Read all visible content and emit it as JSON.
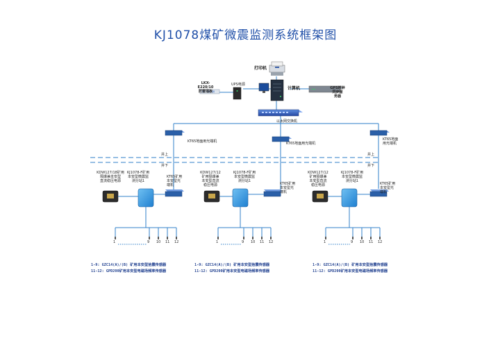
{
  "title": "KJ1078煤矿微震监测系统框架图",
  "top": {
    "printer": "打印机",
    "computer": "计算机",
    "ups": "UPS电源",
    "lkx": "LKX-\nE220/10\n防雷插板",
    "gps": "GPS时钟\n同步服\n务器",
    "switch": "以太网交换机"
  },
  "surface": {
    "left_converter": "KT65地面用光端机",
    "mid_converter": "KT65地面用光端机",
    "right_converter": "KT65地面\n用光端机"
  },
  "boundary": {
    "surface_left": "井上",
    "underground_left": "井下",
    "surface_right": "井上",
    "underground_right": "井下"
  },
  "groups": [
    {
      "power": "KDW127/18矿用\n隔爆兼本安型\n直流稳压电源",
      "substation": "KJ1078-F矿用\n本安型微震监\n测分站1",
      "optic": "KT65矿用\n本安型光\n端机",
      "numbers": [
        "1",
        "9",
        "10",
        "11",
        "12"
      ],
      "legend1": "1-9: GZC14(A)/(B) 矿用本安型拾震传感器",
      "legend2": "11-12: GPD200矿用本安型电磁场频率传感器"
    },
    {
      "power": "KDW127/12\n矿用隔爆兼\n本安型直流\n稳压电源",
      "substation": "KJ1078-F矿用\n本安型微震监\n测分站1",
      "optic": "KT65矿用\n本安型光\n端机",
      "numbers": [
        "1",
        "9",
        "10",
        "11",
        "12"
      ],
      "legend1": "1-9: GZC14(A)/(B) 矿用本安型拾震传感器",
      "legend2": "11-12: GPD200矿用本安型电磁场频率传感器"
    },
    {
      "power": "KDW127/12\n矿用隔爆兼\n本安型直流\n稳压电源",
      "substation": "KJ1078-F矿用\n本安型微震监\n测分站1",
      "optic": "KT65矿用\n本安型光\n端机",
      "numbers": [
        "1",
        "9",
        "10",
        "11",
        "12"
      ],
      "legend1": "1-9: GZC14(A)/(B) 矿用本安型拾震传感器",
      "legend2": "11-12: GPD200矿用本安型电磁场频率传感器"
    }
  ],
  "colors": {
    "line": "#2f7fc8",
    "device_blue": "#2a5fa8",
    "station_blue": "#3d9be0",
    "title": "#1f4fa8"
  }
}
